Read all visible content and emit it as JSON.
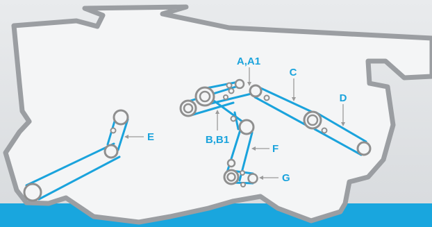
{
  "colors": {
    "belt": "#1aa3dc",
    "label": "#1aa3dc",
    "pulley": "#8f8f8f",
    "leader": "#9a9a9a",
    "silhouette_fill": "#f4f5f6",
    "silhouette_outline": "#9b9ea2",
    "ground": "#19a6de"
  },
  "labels": {
    "a": "A,A1",
    "b": "B,B1",
    "c": "C",
    "d": "D",
    "e": "E",
    "f": "F",
    "g": "G"
  }
}
